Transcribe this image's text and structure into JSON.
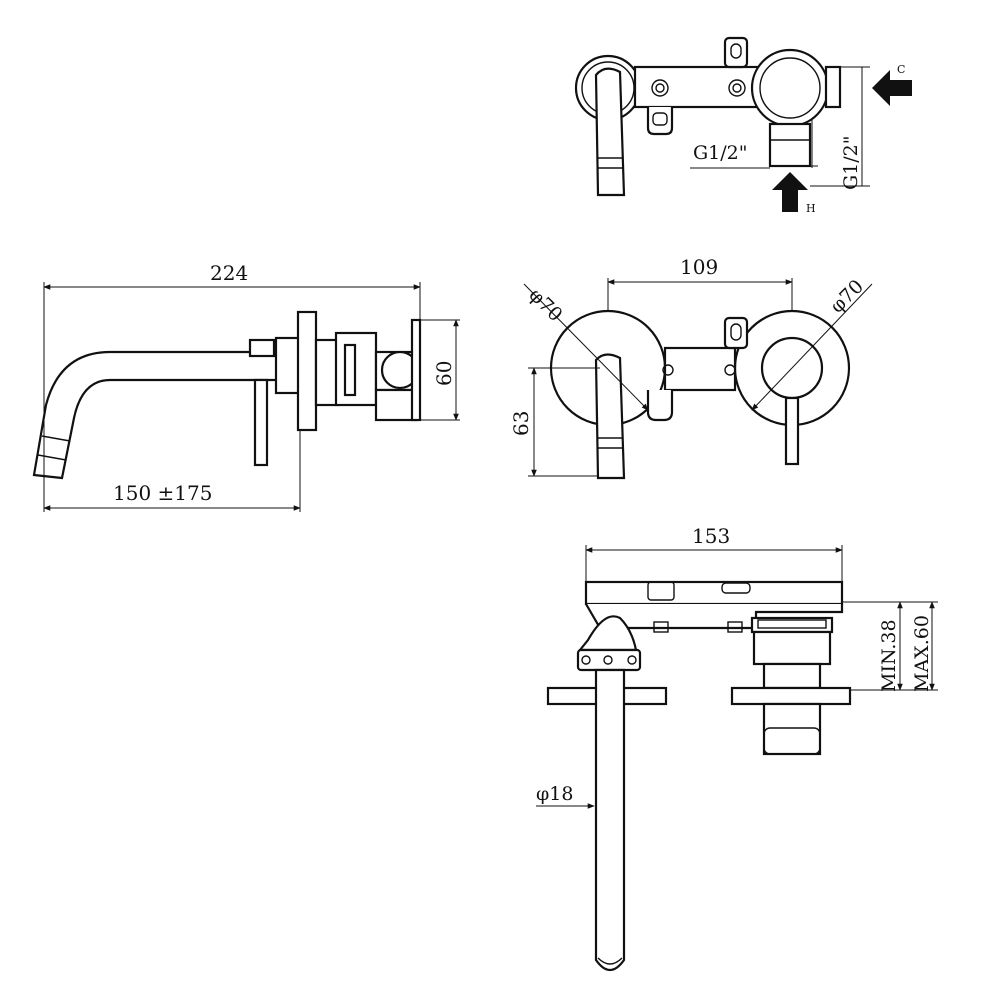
{
  "labels": {
    "top_right": {
      "g_half_h": "G1/2\"",
      "g_half_v": "G1/2\"",
      "c": "C",
      "h": "H"
    },
    "side": {
      "overall": "224",
      "projection": "150 ±175",
      "height": "60"
    },
    "front": {
      "spacing": "109",
      "dia_left": "φ70",
      "dia_right": "φ70",
      "drop": "63"
    },
    "plan": {
      "width": "153",
      "min": "MIN.38",
      "max": "MAX.60",
      "spout_dia": "φ18"
    }
  }
}
